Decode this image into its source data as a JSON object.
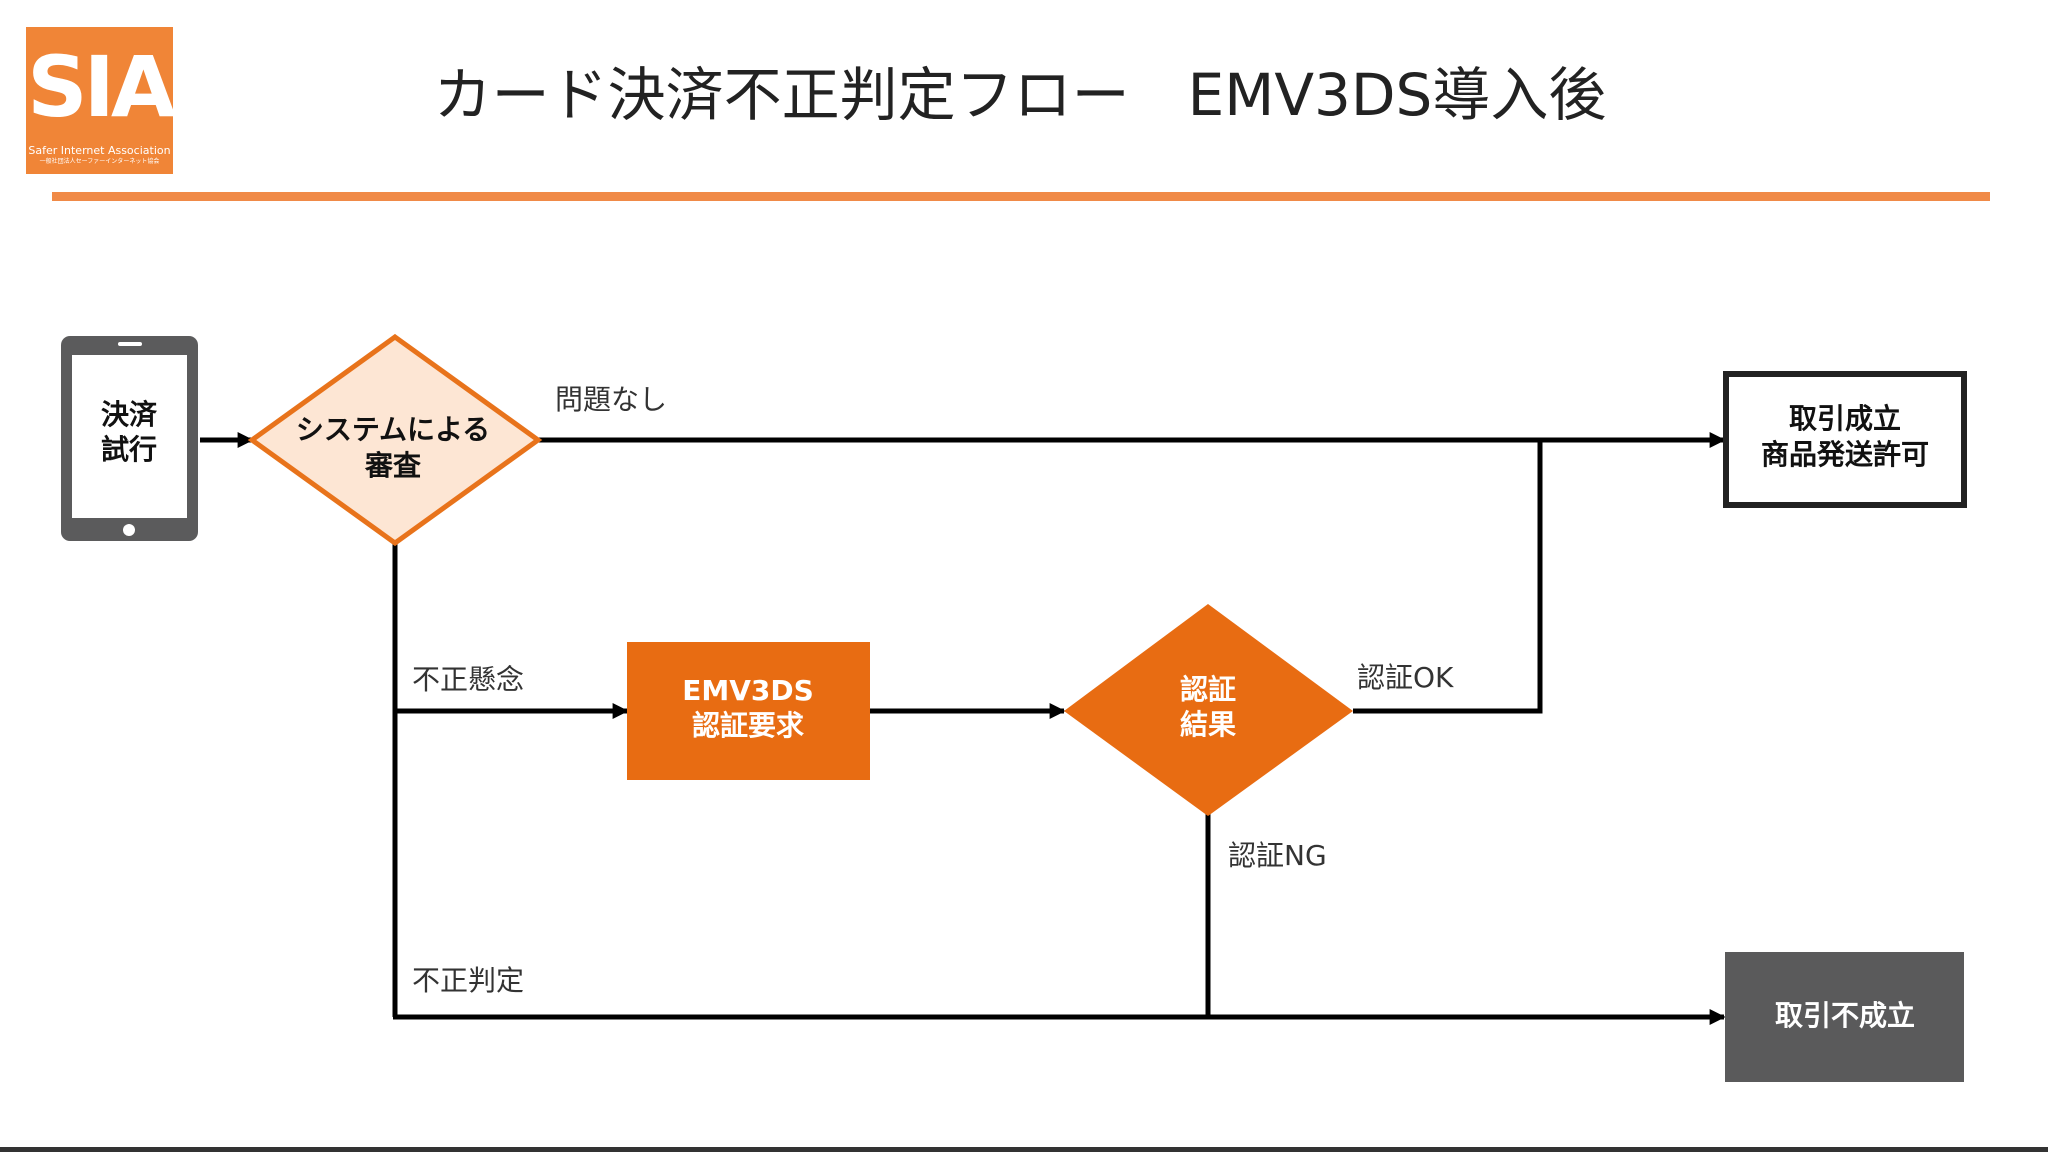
{
  "header": {
    "title": "カード決済不正判定フロー　EMV3DS導入後",
    "logo": {
      "letters": "SIA",
      "name": "Safer Internet Association",
      "subtitle": "一般社団法人セーファーインターネット協会"
    },
    "accent_color": "#f08537"
  },
  "nodes": {
    "payment": {
      "line1": "決済",
      "line2": "試行",
      "icon": "tablet-icon"
    },
    "review": {
      "line1": "システムによる",
      "line2": "審査"
    },
    "emv": {
      "line1": "EMV3DS",
      "line2": "認証要求"
    },
    "auth_result": {
      "line1": "認証",
      "line2": "結果"
    },
    "success": {
      "line1": "取引成立",
      "line2": "商品発送許可"
    },
    "failure": {
      "line1": "取引不成立"
    }
  },
  "edges": {
    "no_problem": "問題なし",
    "suspicious": "不正懸念",
    "auth_ok": "認証OK",
    "auth_ng": "認証NG",
    "fraud": "不正判定"
  },
  "colors": {
    "orange": "#e86c12",
    "diamond_fill": "#fde6d4",
    "diamond_border": "#e8731b",
    "dark_box": "#5a5a5b",
    "line": "#000000"
  }
}
